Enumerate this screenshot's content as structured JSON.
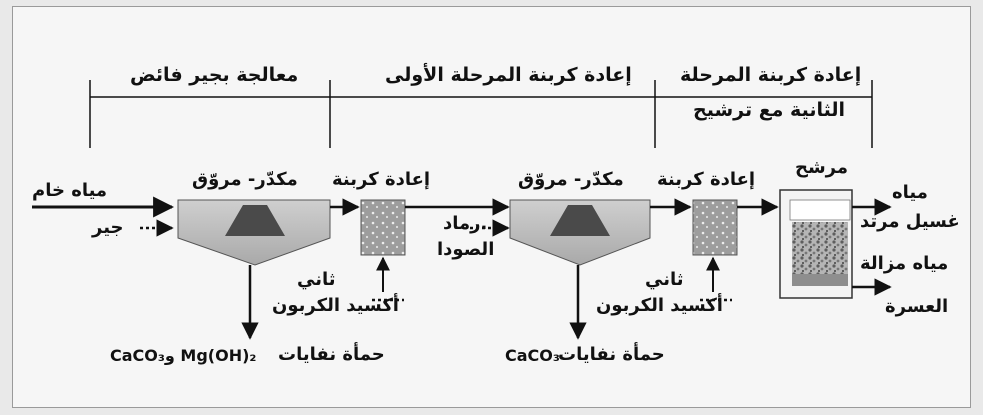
{
  "headers": {
    "stage1": "معالجة بجير فائض",
    "stage2": "إعادة كربنة المرحلة الأولى",
    "stage3_line1": "إعادة كربنة المرحلة",
    "stage3_line2": "الثانية مع ترشيح"
  },
  "labels": {
    "raw_water": "مياه خام",
    "lime": "جير",
    "clarifier1": "مكدّر- مروّق",
    "recarb1": "إعادة كربنة",
    "soda_ash_1": ".رماد",
    "soda_ash_2": "الصودا",
    "clarifier2": "مكدّر- مروّق",
    "recarb2": "إعادة كربنة",
    "filter": "مرشح",
    "co2_1_line1": "ثاني",
    "co2_1_line2": "أكسيد الكربون",
    "co2_2_line1": "ثاني",
    "co2_2_line2": "أكسيد الكربون",
    "backwash_line1": "مياه",
    "backwash_line2": "غسيل مرتد",
    "softened_line1": "مياه مزالة",
    "softened_line2": "العسرة"
  },
  "sludge": {
    "sludge1_arabic": "حمأة نفايات",
    "sludge1_chem": "CaCO₃و Mg(OH)₂",
    "sludge2_arabic": "حمأة نفايات",
    "sludge2_chem": "CaCO₃"
  }
}
